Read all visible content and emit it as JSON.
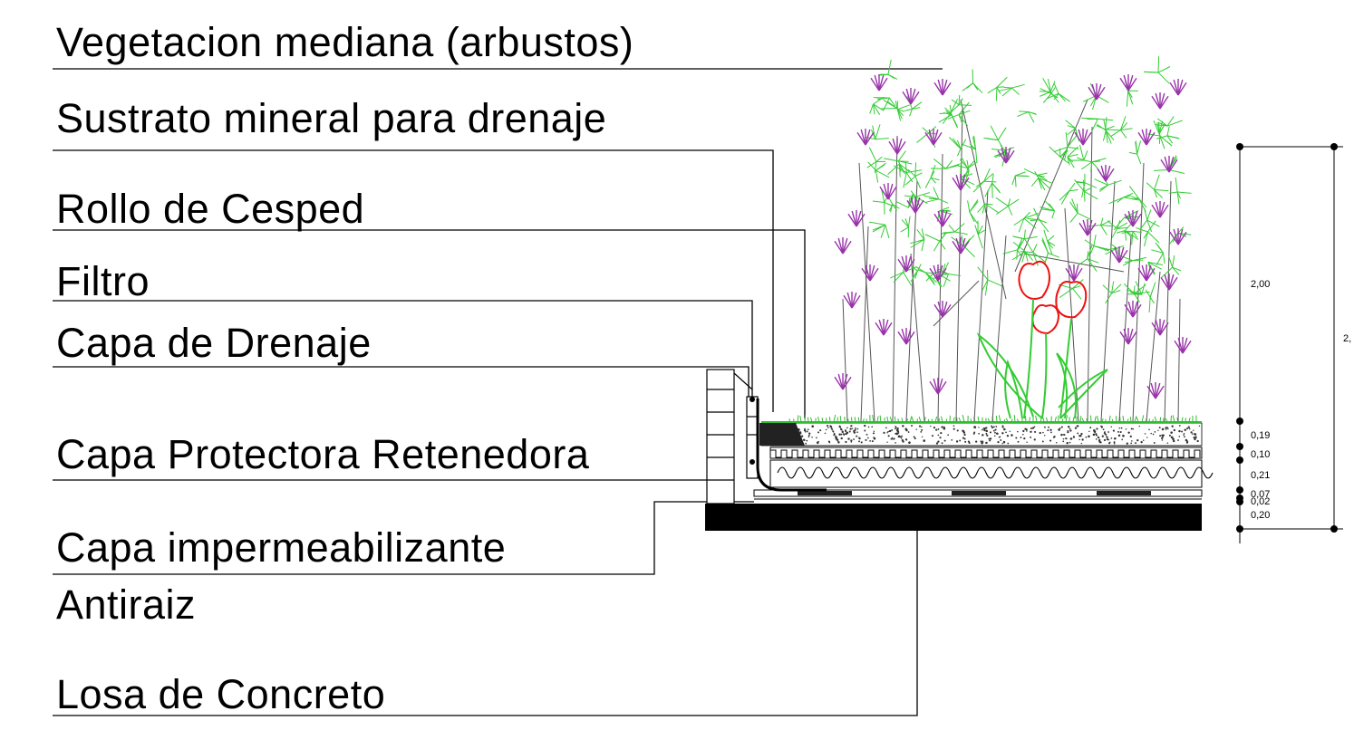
{
  "labels": {
    "vegetacion": "Vegetacion mediana (arbustos)",
    "sustrato": "Sustrato mineral para drenaje",
    "rollo": "Rollo de Cesped",
    "filtro": "Filtro",
    "drenaje": "Capa de Drenaje",
    "protectora": "Capa Protectora Retenedora",
    "impermeabilizante": "Capa impermeabilizante",
    "antiraiz": "Antiraiz",
    "losa": "Losa de Concreto"
  },
  "dimensions": {
    "total_height": "2,00",
    "outer_total": "2,",
    "layers": [
      "0,19",
      "0,10",
      "0,21",
      "0,07",
      "0,02",
      "0,20"
    ]
  },
  "colors": {
    "leaves": "#33cc33",
    "flowers_purple": "#9933aa",
    "tulips": "#ee1111",
    "grass": "#33bb33",
    "slab": "#000000"
  }
}
